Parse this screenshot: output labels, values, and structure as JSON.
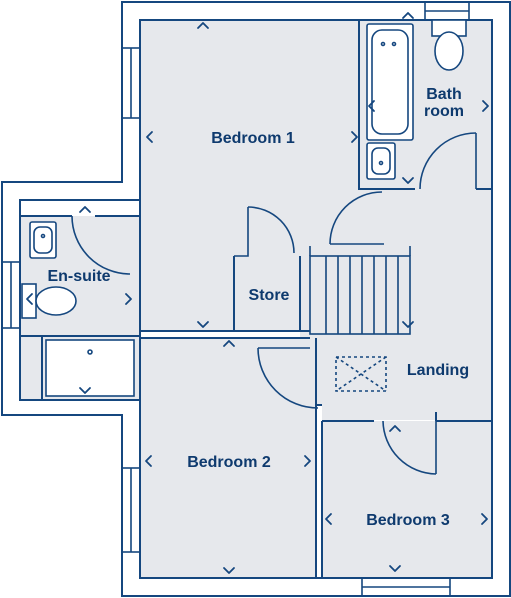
{
  "rooms": {
    "bedroom1": "Bedroom 1",
    "bathroom_line1": "Bath",
    "bathroom_line2": "room",
    "ensuite": "En-suite",
    "store": "Store",
    "landing": "Landing",
    "bedroom2": "Bedroom 2",
    "bedroom3": "Bedroom 3"
  },
  "colors": {
    "wall": "#15477f",
    "floor": "#e6e8ec",
    "label": "#0e3a6e"
  }
}
